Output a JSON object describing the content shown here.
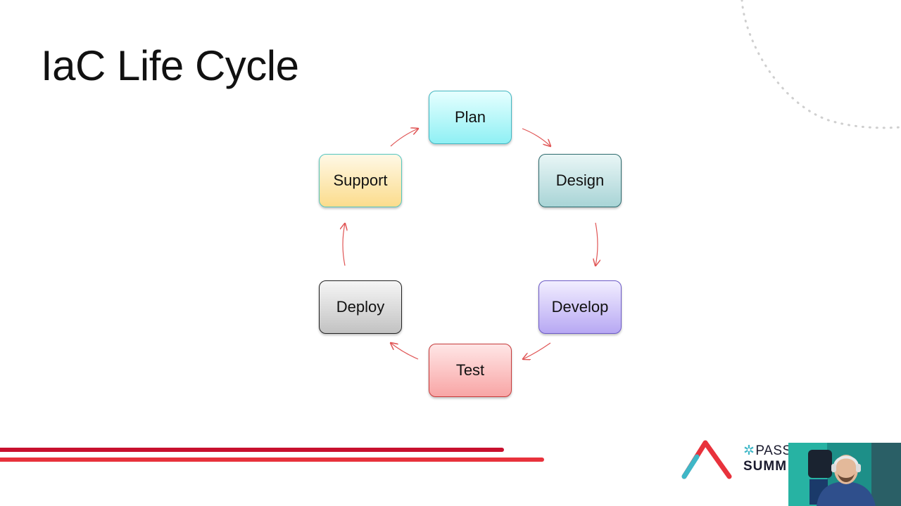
{
  "slide": {
    "title": "IaC Life Cycle"
  },
  "cycle": {
    "nodes": [
      {
        "id": "plan",
        "label": "Plan"
      },
      {
        "id": "design",
        "label": "Design"
      },
      {
        "id": "develop",
        "label": "Develop"
      },
      {
        "id": "test",
        "label": "Test"
      },
      {
        "id": "deploy",
        "label": "Deploy"
      },
      {
        "id": "support",
        "label": "Support"
      }
    ],
    "arrow_color": "#e05555"
  },
  "branding": {
    "logo_pass": "PASS",
    "logo_cut_letter": "V",
    "logo_summit": "SUMM",
    "accent_red": "#c8102e",
    "accent_teal": "#3fb7c7"
  },
  "webcam": {
    "icon": "person-with-headphones"
  }
}
